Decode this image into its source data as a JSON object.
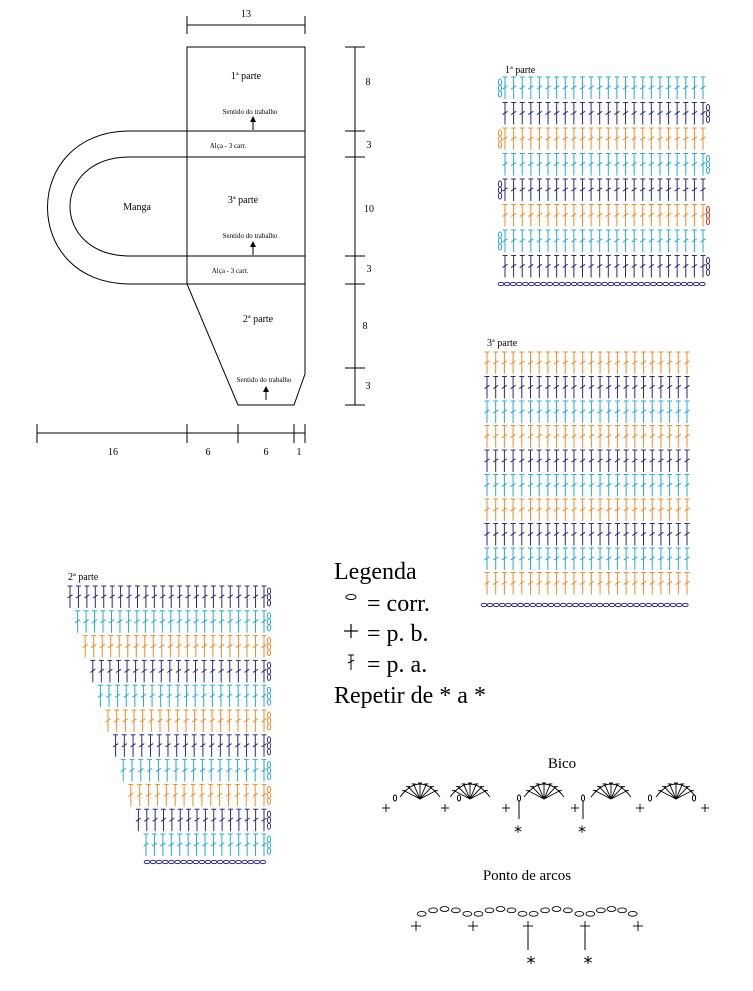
{
  "schematic": {
    "dims_top": "13",
    "dims_right": [
      "8",
      "3",
      "10",
      "3",
      "8",
      "3"
    ],
    "dims_bottom": [
      "16",
      "6",
      "6",
      "1"
    ],
    "parts": {
      "p1": "1ª parte",
      "p3": "3ª parte",
      "p2": "2ª parte",
      "manga": "Manga",
      "alca1": "Alça - 3 carr.",
      "alca2": "Alça - 3 carr."
    },
    "direction_label": "Sentido do trabalho"
  },
  "charts": {
    "p1_title": "1ª parte",
    "p3_title": "3ª parte",
    "p2_title": "2ª parte",
    "colors": {
      "navy": "#2b2a7a",
      "cyan": "#2aa7d6",
      "orange": "#ee8a2b",
      "red": "#d62b2b"
    }
  },
  "legend": {
    "title": "Legenda",
    "corr": "= corr.",
    "pb": "= p. b.",
    "pa": "= p. a.",
    "repeat": "Repetir de * a *"
  },
  "edgings": {
    "bico": "Bico",
    "arcos": "Ponto de arcos"
  }
}
